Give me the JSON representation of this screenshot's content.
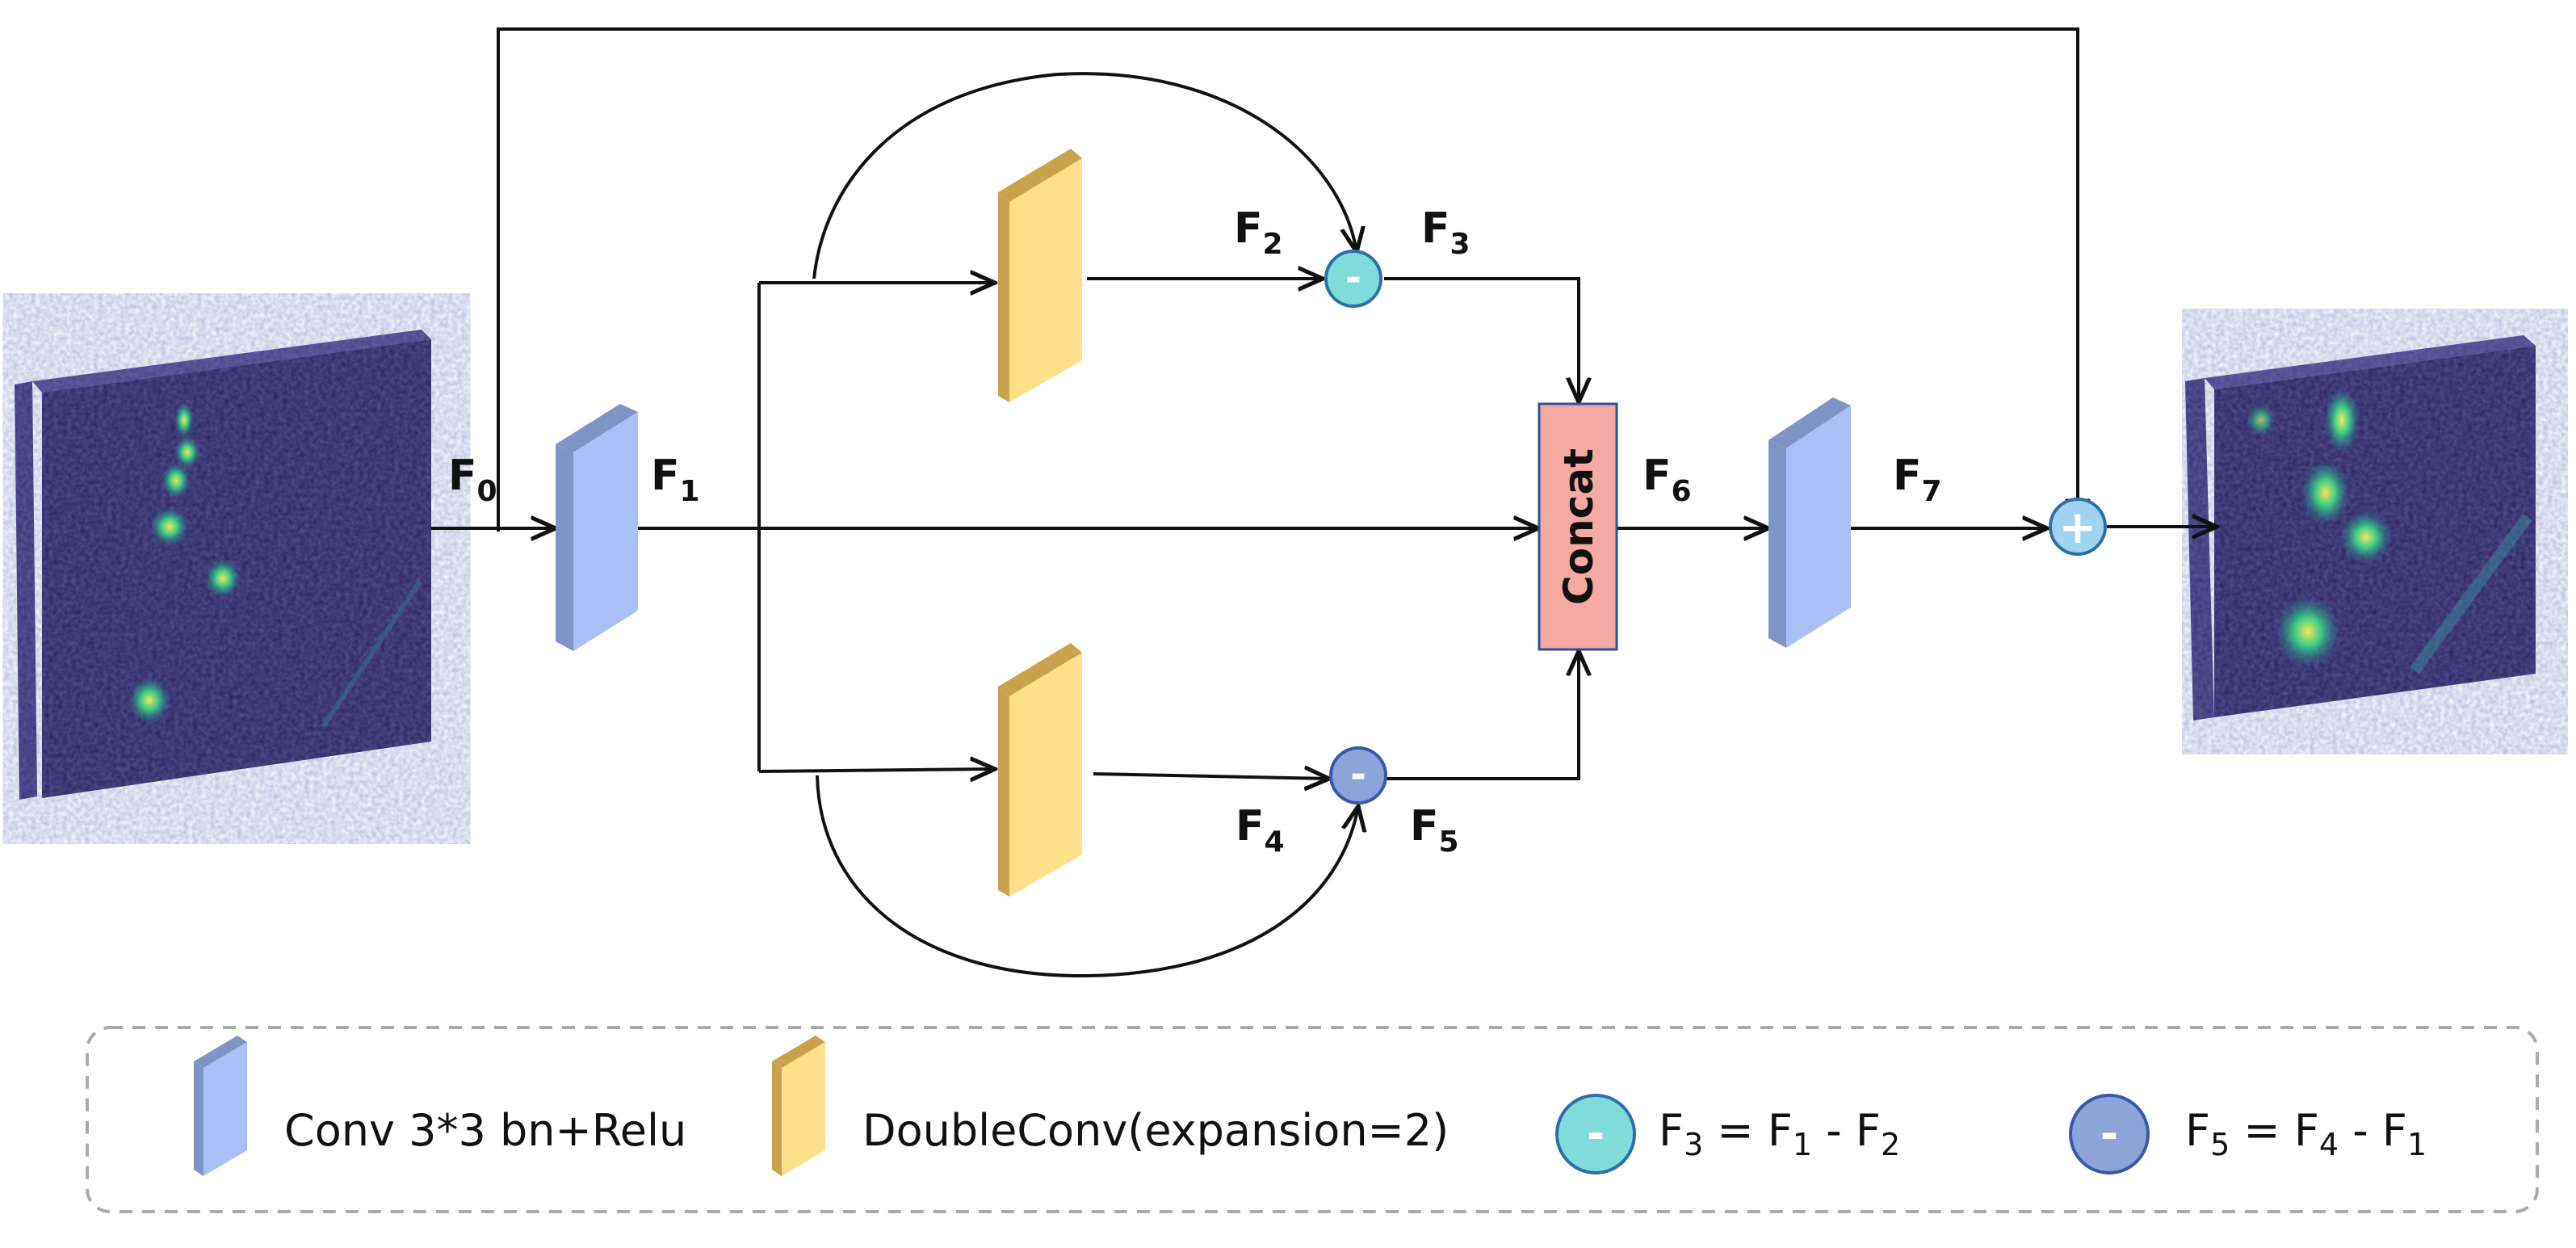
{
  "labels": {
    "f0": {
      "main": "F",
      "sub": "0"
    },
    "f1": {
      "main": "F",
      "sub": "1"
    },
    "f2": {
      "main": "F",
      "sub": "2"
    },
    "f3": {
      "main": "F",
      "sub": "3"
    },
    "f4": {
      "main": "F",
      "sub": "4"
    },
    "f5": {
      "main": "F",
      "sub": "5"
    },
    "f6": {
      "main": "F",
      "sub": "6"
    },
    "f7": {
      "main": "F",
      "sub": "7"
    }
  },
  "ops": {
    "subtract_top": "-",
    "subtract_bottom": "-",
    "add": "+"
  },
  "concat": "Concat",
  "legend": {
    "conv": "Conv 3*3 bn+Relu",
    "doubleconv": "DoubleConv(expansion=2)",
    "sub1": {
      "sign": "-",
      "a": "F",
      "a_sub": "3",
      "eq": " = ",
      "b": "F",
      "b_sub": "1",
      "minus": " - ",
      "c": "F",
      "c_sub": "2"
    },
    "sub2": {
      "sign": "-",
      "a": "F",
      "a_sub": "5",
      "eq": " = ",
      "b": "F",
      "b_sub": "4",
      "minus": " - ",
      "c": "F",
      "c_sub": "1"
    }
  },
  "colors": {
    "conv_block": "#aabff5",
    "conv_block_side": "#7f94c4",
    "doubleconv_block": "#ffe08a",
    "doubleconv_side": "#c9a24e",
    "concat_fill": "#f4aaa2",
    "concat_border": "#2e4f9a",
    "subtract_top_fill": "#7fdcd9",
    "subtract_bottom_fill": "#8ea3d8",
    "add_fill": "#9fd3f2",
    "image_background": "#2c1f5e",
    "legend_border": "#aaaaaa"
  },
  "icons": {
    "input_image": "feature-map-input-image",
    "output_image": "feature-map-output-image"
  }
}
